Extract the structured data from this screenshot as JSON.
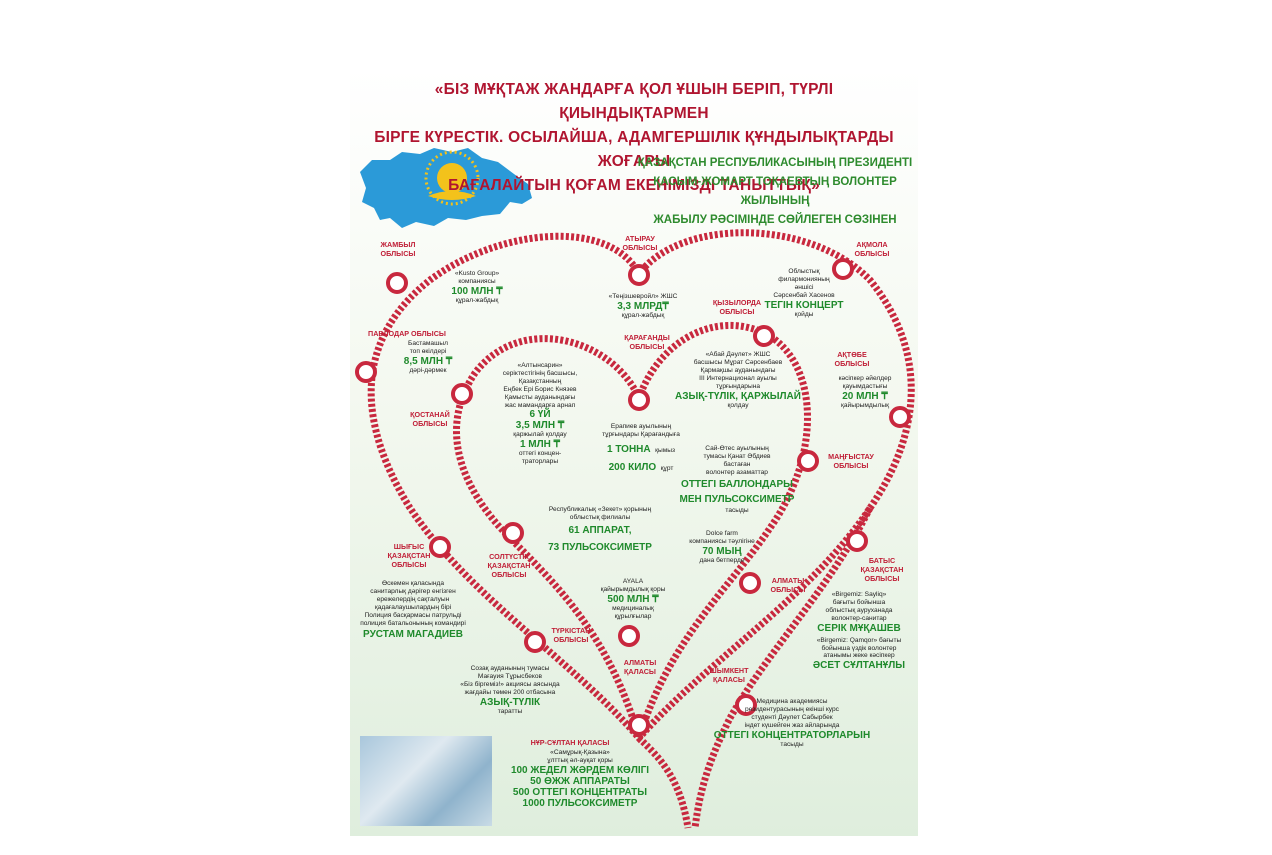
{
  "title": {
    "line1": "«БІЗ МҰҚТАЖ ЖАНДАРҒА ҚОЛ ҰШЫН БЕРІП, ТҮРЛІ ҚИЫНДЫҚТАРМЕН",
    "line2": "БІРГЕ КҮРЕСТІК. ОСЫЛАЙША, АДАМГЕРШІЛІК ҚҰНДЫЛЫҚТАРДЫ ЖОҒАРЫ",
    "line3": "БАҒАЛАЙТЫН ҚОҒАМ ЕКЕНІМІЗДІ ТАНЫТТЫҚ»"
  },
  "subtitle": {
    "line1": "ҚАЗАҚСТАН РЕСПУБЛИКАСЫНЫҢ ПРЕЗИДЕНТІ",
    "line2": "ҚАСЫМ-ЖОМАРТ ТОҚАЕВТЫҢ ВОЛОНТЕР ЖЫЛЫНЫҢ",
    "line3": "ЖАБЫЛУ РӘСІМІНДЕ СӨЙЛЕГЕН СӨЗІНЕН"
  },
  "colors": {
    "red": "#c02038",
    "green": "#1f8a2c",
    "map": "#2b9ad8",
    "sun": "#f3c21b"
  },
  "icons": [
    "kazakhstan-map-icon",
    "sun-eagle-icon",
    "volunteers-photo"
  ],
  "regions": {
    "zhambyl": "ЖАМБЫЛ\nОБЛЫСЫ",
    "atyrau": "АТЫРАУ\nОБЛЫСЫ",
    "akmola": "АҚМОЛА\nОБЛЫСЫ",
    "kyzylorda": "ҚЫЗЫЛОРДА\nОБЛЫСЫ",
    "karaganda": "ҚАРАҒАНДЫ\nОБЛЫСЫ",
    "pavlodar": "ПАВЛОДАР ОБЛЫСЫ",
    "aktobe": "АҚТӨБЕ\nОБЛЫСЫ",
    "kostanay": "ҚОСТАНАЙ\nОБЛЫСЫ",
    "mangystau": "МАҢҒЫСТАУ\nОБЛЫСЫ",
    "shygys": "ШЫҒЫС\nҚАЗАҚСТАН\nОБЛЫСЫ",
    "soltustik": "СОЛТҮСТІК\nҚАЗАҚСТАН\nОБЛЫСЫ",
    "almaty_obl": "АЛМАТЫ\nОБЛЫСЫ",
    "batys": "БАТЫС\nҚАЗАҚСТАН\nОБЛЫСЫ",
    "turkistan": "ТҮРКІСТАН\nОБЛЫСЫ",
    "almaty_city": "АЛМАТЫ\nҚАЛАСЫ",
    "shymkent": "ШЫМКЕНТ\nҚАЛАСЫ",
    "nursultan": "НҰР-СҰЛТАН ҚАЛАСЫ"
  },
  "facts": {
    "zhambyl_text": "«Kusto Group»\nкомпаниясы",
    "zhambyl_big": "100 МЛН ₸",
    "zhambyl_after": "құрал-жабдық",
    "atyrau_text": "«Теңізшевройл» ЖШС",
    "atyrau_big": "3,3 МЛРД₸",
    "atyrau_after": "құрал-жабдық",
    "akmola_text": "Облыстық\nфилармонияның\nәншісі\nСәрсенбай Хасенов",
    "akmola_big": "ТЕГІН КОНЦЕРТ",
    "akmola_after": "қойды",
    "pavlodar_text": "Бастамашыл\nтоп өкілдері",
    "pavlodar_big": "8,5 МЛН ₸",
    "pavlodar_after": "дәрі-дәрмек",
    "kyzylorda_text": "«Абай Дәулет» ЖШС\nбасшысы Мұрат Сәрсенбаев\nҚармақшы ауданындағы\nІІІ Интернационал ауылы\nтұрғындарына",
    "kyzylorda_big": "АЗЫҚ-ТҮЛІК, ҚАРЖЫЛАЙ",
    "kyzylorda_after": "қолдау",
    "kostanay_text": "«Алтынсарин»\nсеріктестігінің басшысы,\nҚазақстанның\nЕңбек Ері Борис Князев\nҚамысты ауданындағы\nжас мамандарға арнап",
    "kostanay_big1": "6 ҮЙ",
    "kostanay_big2": "3,5 МЛН ₸",
    "kostanay_mid": "қаржылай қолдау",
    "kostanay_big3": "1 МЛН ₸",
    "kostanay_after": "оттегі концен-\nтраторлары",
    "aktobe_text": "кәсіпкер әйелдер\nқауымдастығы",
    "aktobe_big": "20 МЛН ₸",
    "aktobe_after": "қайырымдылық",
    "karaganda_text": "Ерапиев ауылының\nтұрғындары Қарағандыға",
    "karaganda_big1": "1 ТОННА",
    "karaganda_small1": "қымыз",
    "karaganda_big2": "200 КИЛО",
    "karaganda_small2": "құрт",
    "mangystau_text": "Сай-Өтес ауылының\nтумасы Қанат Әбдиев\nбастаған\nволонтер азаматтар",
    "mangystau_big": "ОТТЕГІ БАЛЛОНДАРЫ\nМЕН ПУЛЬСОКСИМЕТР",
    "mangystau_after": "тасыды",
    "soltustik_text": "Республикалық «Зекет» қорының\nоблыстық филиалы",
    "soltustik_big": "61 АППАРАТ,\n73 ПУЛЬСОКСИМЕТР",
    "almaty_obl_text": "Dolce farm\nкомпаниясы тәулігіне",
    "almaty_obl_big": "70 МЫҢ",
    "almaty_obl_after": "дана бетперде",
    "almaty_city_text": "AYALA\nқайырымдылық қоры",
    "almaty_city_big": "500 МЛН ₸",
    "almaty_city_after": "медициналық\nқұрылғылар",
    "batys_text1": "«Birgemiz: Sayliq»\nбағыты бойынша\nоблыстық ауруханада\nволонтер-санитар",
    "batys_big1": "СЕРІК МҰҚАШЕВ",
    "batys_text2": "«Birgemiz: Qamqor» бағыты\nбойынша үздік волонтер\nатанымы жеке кәсіпкер",
    "batys_big2": "ӘСЕТ СҰЛТАНҰЛЫ",
    "shygys_text": "Өскемен қаласында\nсанитарлық дәрігер енгізген\nережелердің сақталуын\nқадағалаушылардың бірі\nПолиция басқармасы патрульді\nполиция батальонының командирі",
    "shygys_big": "РУСТАМ МАГАДИЕВ",
    "turkistan_text": "Созақ ауданының тумасы\nМағауия Тұрысбеков\n«Біз біргеміз!» акциясы аясында\nжағдайы төмен 200 отбасына",
    "turkistan_big": "АЗЫҚ-ТҮЛІК",
    "turkistan_after": "таратты",
    "shymkent_text": "Медицина академиясы\nрезидентурасының екінші курс\nстуденті Дәулет Сабырбек\nіндет күшейген жаз айларында",
    "shymkent_big": "ОТТЕГІ КОНЦЕНТРАТОРЛАРЫН",
    "shymkent_after": "тасыды",
    "nursultan_text": "«Самұрық-Қазына»\nұлттық әл-ауқат қоры",
    "nursultan_big1": "100  ЖЕДЕЛ ЖӘРДЕМ КӨЛІГІ",
    "nursultan_big2": "50  ӨЖЖ АППАРАТЫ",
    "nursultan_big3": "500 ОТТЕГІ КОНЦЕНТРАТЫ",
    "nursultan_big4": "1000 ПУЛЬСОКСИМЕТР"
  }
}
